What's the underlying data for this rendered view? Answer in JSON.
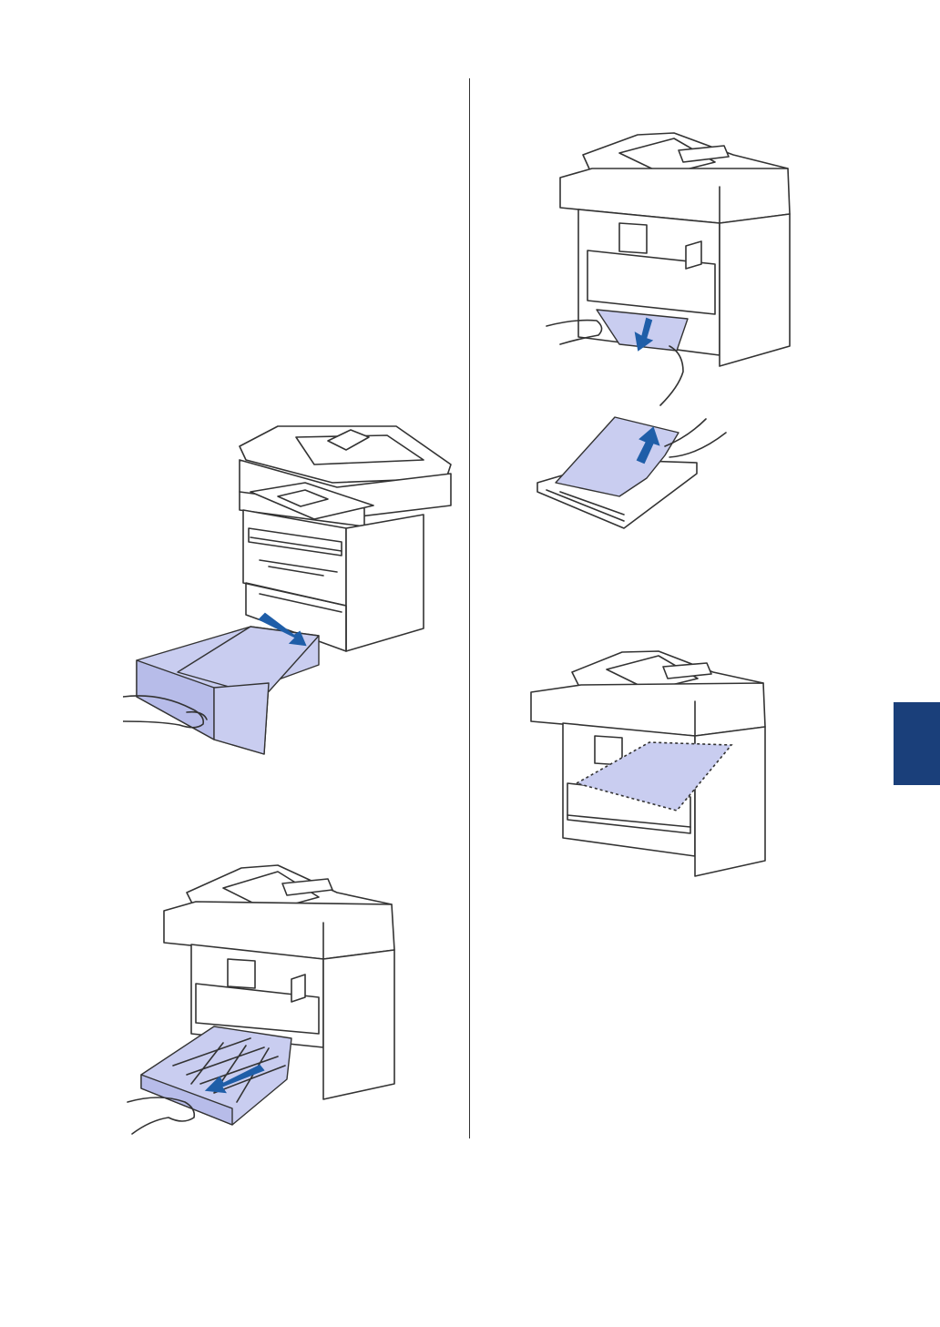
{
  "colors": {
    "accent_tab": "#1a3f7a",
    "highlight_fill": "#c9cdf0",
    "arrow_blue": "#1f5ea8",
    "line": "#333333",
    "page_bg": "#ffffff"
  },
  "illustrations": [
    {
      "id": "pull-paper-tray-out",
      "icon": "printer-front-with-tray-pulled-out"
    },
    {
      "id": "pull-duplex-tray-out",
      "icon": "printer-back-with-duplex-tray-pulled-out"
    },
    {
      "id": "remove-jammed-paper",
      "icon": "printer-back-paper-removal-and-tray-paper"
    },
    {
      "id": "jam-area-location",
      "icon": "printer-back-jam-area-highlight"
    }
  ],
  "side_tab": {
    "color": "#1a3f7a"
  }
}
